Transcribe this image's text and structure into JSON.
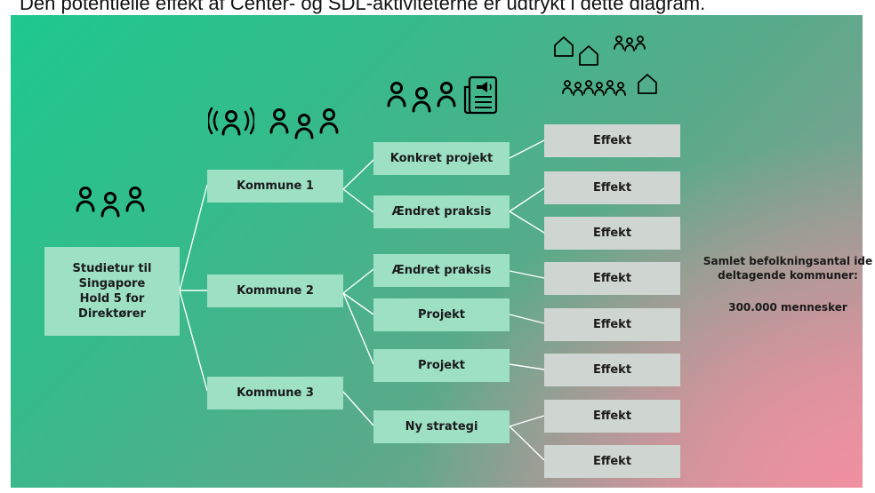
{
  "caption": "Den potentielle effekt af Center- og SDL-aktiviteterne er udtrykt i dette diagram.",
  "root": "Studietur til\nSingapore\nHold 5 for\nDirektører",
  "municipalities": [
    "Kommune 1",
    "Kommune 2",
    "Kommune 3"
  ],
  "outcomes": [
    "Konkret projekt",
    "Ændret praksis",
    "Ændret praksis",
    "Projekt",
    "Projekt",
    "Ny strategi"
  ],
  "effects": [
    "Effekt",
    "Effekt",
    "Effekt",
    "Effekt",
    "Effekt",
    "Effekt",
    "Effekt",
    "Effekt"
  ],
  "note": {
    "line1": "Samlet befolkningsantal ide deltagende kommuner:",
    "total": "300.000 mennesker"
  },
  "icons": [
    "people-group-icon",
    "broadcast-person-icon",
    "newspaper-megaphone-icon",
    "houses-icon"
  ]
}
